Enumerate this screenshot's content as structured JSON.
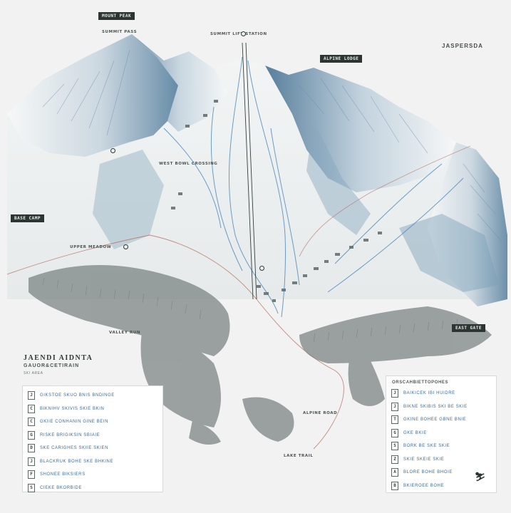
{
  "map": {
    "peak_tag": "MOUNT PEAK",
    "peak_label": "SUMMIT PASS",
    "summit_label": "SUMMIT LIFT STATION",
    "brand": "JASPERSDA",
    "lodge_tag": "ALPINE LODGE",
    "west_label": "WEST BOWL CROSSING",
    "base_tag": "BASE CAMP",
    "meadow_label": "UPPER MEADOW",
    "valley_label": "VALLEY RUN",
    "east_tag": "EAST GATE",
    "road_label": "ALPINE ROAD",
    "lake_label": "LAKE TRAIL"
  },
  "title": {
    "main": "JAENDI AIDNTA",
    "sub": "GAUOR&CETIRAIN",
    "caption": "SKI AREA"
  },
  "legend_left": [
    {
      "icon": "J",
      "text": "GIKSTOE SKUO BNIS BNDINGE"
    },
    {
      "icon": "C",
      "text": "BIKNIHV SKIVIS SKIE BKIN"
    },
    {
      "icon": "C",
      "text": "GKIIE CONHANIN GINE BEIN"
    },
    {
      "icon": "G",
      "text": "RISKE BRIGIKSIN SBIAIE"
    },
    {
      "icon": "D",
      "text": "SKE CARIGHES SKIIE SKIEN"
    },
    {
      "icon": "J",
      "text": "BLACKRUK BOHE SKE BHKINE"
    },
    {
      "icon": "F",
      "text": "SHONEE BIKSIERS"
    },
    {
      "icon": "S",
      "text": "CIEKE BKORBIDE"
    }
  ],
  "legend_right": {
    "header": "ORSCAHBIETTOPOHES",
    "items": [
      {
        "icon": "J",
        "text": "BAIKICEK IBI HUIDRE"
      },
      {
        "icon": "J",
        "text": "BIKNE SKIBIS SKI BE SKIE"
      },
      {
        "icon": "T",
        "text": "GKINE BOHEE GBNE BNIE"
      },
      {
        "icon": "G",
        "text": "GKE BKIE"
      },
      {
        "icon": "S",
        "text": "BORK BE SKE SKIE"
      },
      {
        "icon": "Z",
        "text": "SKIE SKEIE SKIE"
      },
      {
        "icon": "A",
        "text": "BLORE BOHE BHOIE"
      },
      {
        "icon": "B",
        "text": "BKIEROEE BOHE"
      }
    ]
  }
}
